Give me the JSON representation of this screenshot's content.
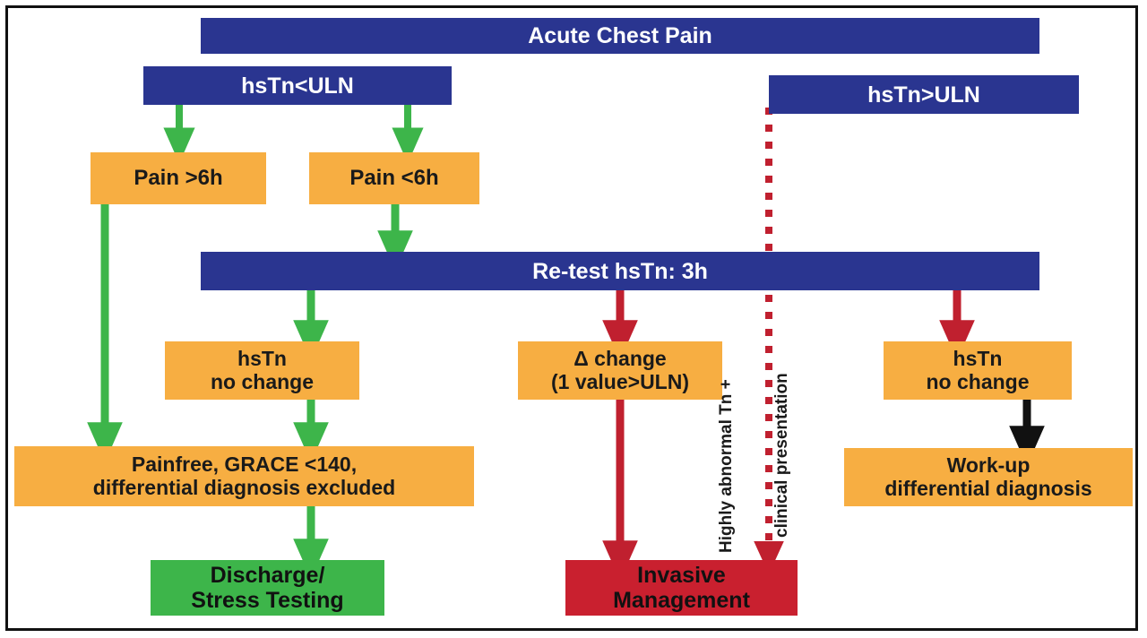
{
  "diagram": {
    "title": "Acute Chest Pain triage algorithm with high-sensitivity Troponin",
    "colors": {
      "blue": "#2A3590",
      "orange": "#F7AE42",
      "green": "#3DB54A",
      "red": "#C9202F",
      "black": "#111111",
      "background": "#FFFFFF",
      "border": "#111111"
    },
    "nodes": [
      {
        "id": "acute-chest-pain",
        "label": "Acute Chest Pain",
        "color": "blue"
      },
      {
        "id": "hstn-below-uln",
        "label": "hsTn<ULN",
        "color": "blue"
      },
      {
        "id": "hstn-above-uln",
        "label": "hsTn>ULN",
        "color": "blue"
      },
      {
        "id": "pain-over-6h",
        "label": "Pain >6h",
        "color": "orange"
      },
      {
        "id": "pain-under-6h",
        "label": "Pain <6h",
        "color": "orange"
      },
      {
        "id": "retest-hstn-3h",
        "label": "Re-test hsTn: 3h",
        "color": "blue"
      },
      {
        "id": "hstn-no-change-left",
        "label": "hsTn\nno change",
        "color": "orange"
      },
      {
        "id": "delta-change",
        "label": "Δ change\n(1 value>ULN)",
        "color": "orange"
      },
      {
        "id": "hstn-no-change-right",
        "label": "hsTn\nno change",
        "color": "orange"
      },
      {
        "id": "painfree-grace",
        "label": "Painfree, GRACE <140,\ndifferential diagnosis excluded",
        "color": "orange"
      },
      {
        "id": "work-up-differential",
        "label": "Work-up\ndifferential diagnosis",
        "color": "orange"
      },
      {
        "id": "discharge-stress-testing",
        "label": "Discharge/\nStress Testing",
        "color": "green"
      },
      {
        "id": "invasive-management",
        "label": "Invasive\nManagement",
        "color": "red"
      }
    ],
    "annotations": [
      {
        "id": "highly-abnormal-tn",
        "label": "Highly abnormal Tn +"
      },
      {
        "id": "clinical-presentation",
        "label": "clinical presentation"
      }
    ],
    "edges": [
      {
        "id": "edge-hstn-below-to-pain-over-6h",
        "from": "hsTn<ULN",
        "to": "Pain >6h",
        "color": "green",
        "style": "solid"
      },
      {
        "id": "edge-hstn-below-to-pain-under-6h",
        "from": "hsTn<ULN",
        "to": "Pain <6h",
        "color": "green",
        "style": "solid"
      },
      {
        "id": "edge-pain-under-6h-to-retest",
        "from": "Pain <6h",
        "to": "Re-test hsTn: 3h",
        "color": "green",
        "style": "solid"
      },
      {
        "id": "edge-pain-over-6h-to-painfree",
        "from": "Pain >6h",
        "to": "Painfree, GRACE <140, differential diagnosis excluded",
        "color": "green",
        "style": "solid"
      },
      {
        "id": "edge-retest-to-hstn-no-change-left",
        "from": "Re-test hsTn: 3h",
        "to": "hsTn no change",
        "color": "green",
        "style": "solid"
      },
      {
        "id": "edge-retest-to-delta-change",
        "from": "Re-test hsTn: 3h",
        "to": "Δ change (1 value>ULN)",
        "color": "red",
        "style": "solid"
      },
      {
        "id": "edge-retest-to-hstn-no-change-right",
        "from": "Re-test hsTn: 3h",
        "to": "hsTn no change",
        "color": "red",
        "style": "solid"
      },
      {
        "id": "edge-hstn-no-change-left-to-painfree",
        "from": "hsTn no change",
        "to": "Painfree, GRACE <140, differential diagnosis excluded",
        "color": "green",
        "style": "solid"
      },
      {
        "id": "edge-delta-change-to-invasive",
        "from": "Δ change (1 value>ULN)",
        "to": "Invasive Management",
        "color": "red",
        "style": "solid"
      },
      {
        "id": "edge-hstn-no-change-right-to-workup",
        "from": "hsTn no change",
        "to": "Work-up differential diagnosis",
        "color": "black",
        "style": "solid"
      },
      {
        "id": "edge-painfree-to-discharge",
        "from": "Painfree, GRACE <140, differential diagnosis excluded",
        "to": "Discharge/ Stress Testing",
        "color": "green",
        "style": "solid"
      },
      {
        "id": "edge-hstn-above-uln-to-invasive",
        "from": "hsTn>ULN",
        "to": "Invasive Management",
        "color": "red",
        "style": "dotted"
      }
    ]
  }
}
